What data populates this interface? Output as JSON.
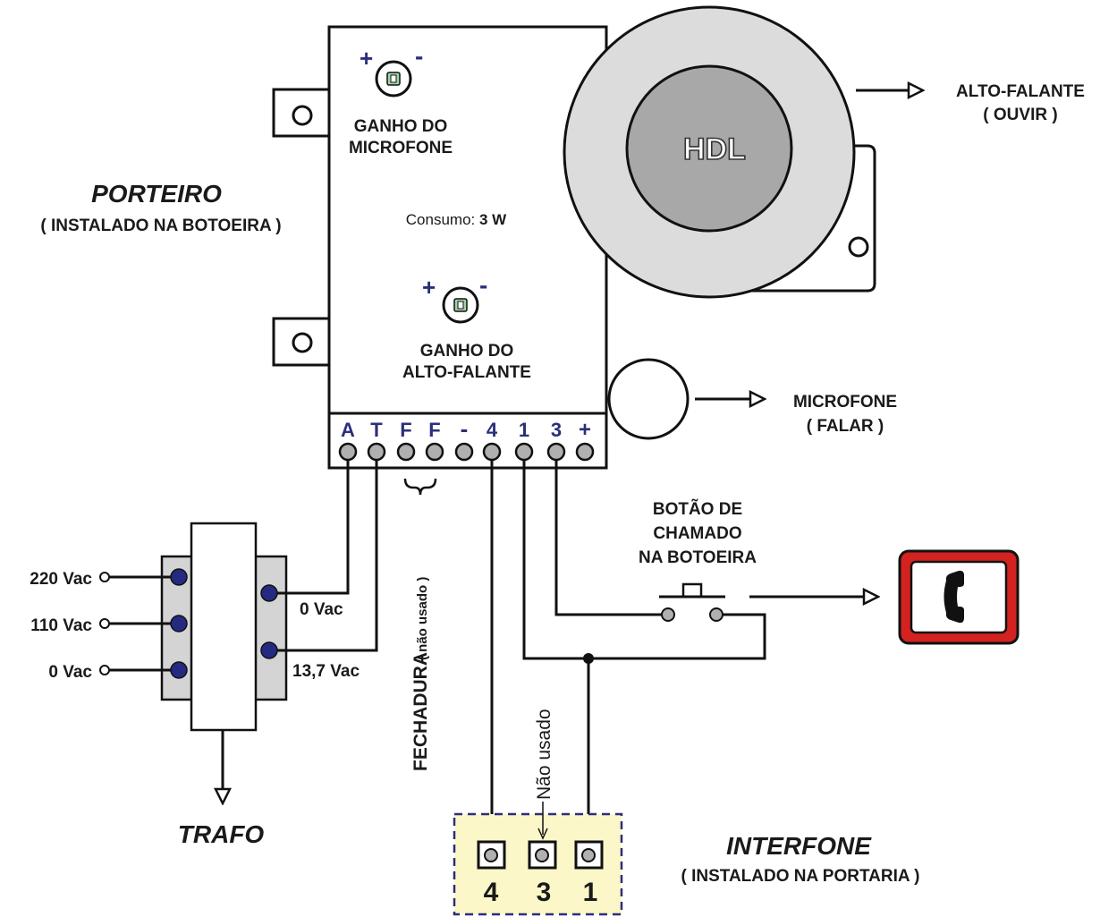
{
  "porteiro": {
    "title": "PORTEIRO",
    "subtitle": "( INSTALADO NA BOTOEIRA )",
    "mic_gain_label_1": "GANHO DO",
    "mic_gain_label_2": "MICROFONE",
    "consumo_label": "Consumo: ",
    "consumo_value": "3 W",
    "spk_gain_label_1": "GANHO DO",
    "spk_gain_label_2": "ALTO-FALANTE",
    "plus": "+",
    "minus": "-",
    "terminals": [
      "A",
      "T",
      "F",
      "F",
      "-",
      "4",
      "1",
      "3",
      "+"
    ]
  },
  "speaker": {
    "brand": "HDL",
    "label_1": "ALTO-FALANTE",
    "label_2": "( OUVIR )"
  },
  "microphone": {
    "label_1": "MICROFONE",
    "label_2": "( FALAR )"
  },
  "trafo": {
    "title": "TRAFO",
    "inputs": [
      "220 Vac",
      "110 Vac",
      "0 Vac"
    ],
    "outputs": [
      "0 Vac",
      "13,7 Vac"
    ]
  },
  "fechadura": {
    "label": "FECHADURA",
    "note": "( não usado )"
  },
  "button": {
    "label_1": "BOTÃO DE",
    "label_2": "CHAMADO",
    "label_3": "NA BOTOEIRA"
  },
  "interfone": {
    "title": "INTERFONE",
    "subtitle": "( INSTALADO NA PORTARIA )",
    "terminals": [
      "4",
      "3",
      "1"
    ],
    "not_used": "Não usado"
  },
  "colors": {
    "navy": "#2b2f7a",
    "speaker_outer": "#dcdcdc",
    "speaker_inner": "#a8a8a8",
    "trafo_fill": "#d4d4d4",
    "interfone_fill": "#fbf7c8",
    "phone_red": "#d3221f"
  }
}
